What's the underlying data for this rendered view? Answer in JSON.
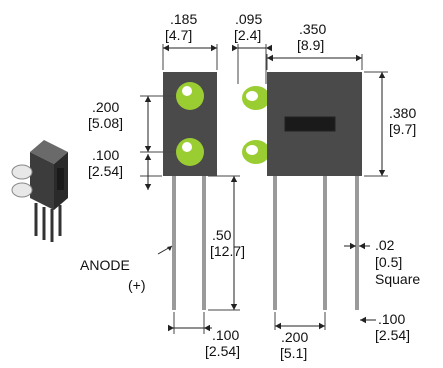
{
  "colors": {
    "housing": "#4a4a4a",
    "housing_side": "#333333",
    "lens": "#9acd32",
    "lens_highlight": "#ffffff",
    "lead": "#9a9a9a"
  },
  "labels": {
    "width_top_in": ".185",
    "width_top_mm": "[4.7]",
    "lens_prot_in": ".095",
    "lens_prot_mm": "[2.4]",
    "side_width_in": ".350",
    "side_width_mm": "[8.9]",
    "pitch_in": ".200",
    "pitch_mm": "[5.08]",
    "lower_in": ".100",
    "lower_mm": "[2.54]",
    "height_in": ".380",
    "height_mm": "[9.7]",
    "lead_len_in": ".50",
    "lead_len_mm": "[12.7]",
    "anode": "ANODE",
    "anode_sign": "(+)",
    "lead_spacing_in": ".100",
    "lead_spacing_mm": "[2.54]",
    "lead_sq_in": ".02",
    "lead_sq_mm": "[0.5]",
    "lead_sq_word": "Square",
    "side_lead_in": ".200",
    "side_lead_mm": "[5.1]",
    "right_lead_in": ".100",
    "right_lead_mm": "[2.54]"
  }
}
